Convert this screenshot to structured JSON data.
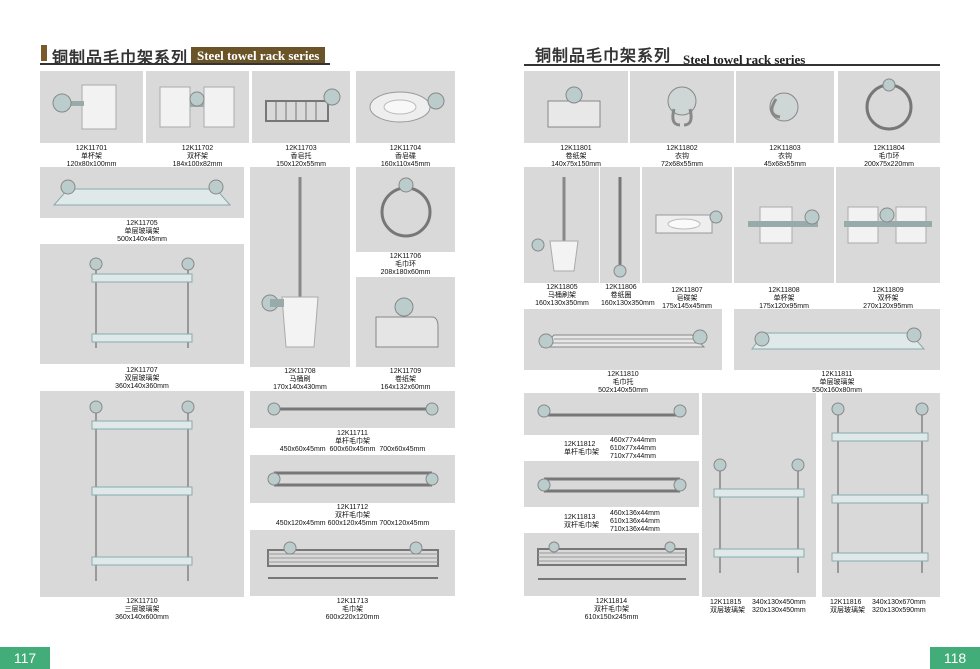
{
  "left_header": {
    "cn": "铜制品毛巾架系列",
    "en": "Steel towel rack series"
  },
  "right_header": {
    "cn": "铜制品毛巾架系列",
    "en": "Steel towel rack series"
  },
  "page_numbers": {
    "left": "117",
    "right": "118"
  },
  "products": {
    "k11701": {
      "code": "12K11701",
      "name": "单杯架",
      "size": "120x80x100mm"
    },
    "k11702": {
      "code": "12K11702",
      "name": "双杯架",
      "size": "184x100x82mm"
    },
    "k11703": {
      "code": "12K11703",
      "name": "香皂托",
      "size": "150x120x55mm"
    },
    "k11704": {
      "code": "12K11704",
      "name": "香皂碟",
      "size": "160x110x45mm"
    },
    "k11705": {
      "code": "12K11705",
      "name": "单层玻璃架",
      "size": "500x140x45mm"
    },
    "k11706": {
      "code": "12K11706",
      "name": "毛巾环",
      "size": "208x180x60mm"
    },
    "k11707": {
      "code": "12K11707",
      "name": "双层玻璃架",
      "size": "360x140x360mm"
    },
    "k11708": {
      "code": "12K11708",
      "name": "马桶刷",
      "size": "170x140x430mm"
    },
    "k11709": {
      "code": "12K11709",
      "name": "卷纸架",
      "size": "164x132x60mm"
    },
    "k11710": {
      "code": "12K11710",
      "name": "三层玻璃架",
      "size": "360x140x600mm"
    },
    "k11711": {
      "code": "12K11711",
      "name": "单杆毛巾架",
      "sizes": [
        "450x60x45mm",
        "600x60x45mm",
        "700x60x45mm"
      ]
    },
    "k11712": {
      "code": "12K11712",
      "name": "双杆毛巾架",
      "sizes": [
        "450x120x45mm",
        "600x120x45mm",
        "700x120x45mm"
      ]
    },
    "k11713": {
      "code": "12K11713",
      "name": "毛巾架",
      "size": "600x220x120mm"
    },
    "k11801": {
      "code": "12K11801",
      "name": "卷纸架",
      "size": "140x75x150mm"
    },
    "k11802": {
      "code": "12K11802",
      "name": "衣钩",
      "size": "72x68x55mm"
    },
    "k11803": {
      "code": "12K11803",
      "name": "衣钩",
      "size": "45x68x55mm"
    },
    "k11804": {
      "code": "12K11804",
      "name": "毛巾环",
      "size": "200x75x220mm"
    },
    "k11805": {
      "code": "12K11805",
      "name": "马桶刷架",
      "size": "160x130x350mm"
    },
    "k11806": {
      "code": "12K11806",
      "name": "卷纸圈",
      "size": "160x130x350mm"
    },
    "k11807": {
      "code": "12K11807",
      "name": "皂碟架",
      "size": "175x145x45mm"
    },
    "k11808": {
      "code": "12K11808",
      "name": "单杯架",
      "size": "175x120x95mm"
    },
    "k11809": {
      "code": "12K11809",
      "name": "双杯架",
      "size": "270x120x95mm"
    },
    "k11810": {
      "code": "12K11810",
      "name": "毛巾托",
      "size": "502x140x50mm"
    },
    "k11811": {
      "code": "12K11811",
      "name": "单层玻璃架",
      "size": "550x160x80mm"
    },
    "k11812": {
      "code": "12K11812",
      "name": "单杆毛巾架",
      "sizes": [
        "460x77x44mm",
        "610x77x44mm",
        "710x77x44mm"
      ]
    },
    "k11813": {
      "code": "12K11813",
      "name": "双杆毛巾架",
      "sizes": [
        "460x136x44mm",
        "610x136x44mm",
        "710x136x44mm"
      ]
    },
    "k11814": {
      "code": "12K11814",
      "name": "双杆毛巾架",
      "size": "610x150x245mm"
    },
    "k11815": {
      "code": "12K11815",
      "name": "双层玻璃架",
      "sizes": [
        "340x130x450mm",
        "320x130x450mm"
      ]
    },
    "k11816": {
      "code": "12K11816",
      "name": "双层玻璃架",
      "sizes": [
        "340x130x670mm",
        "320x130x590mm"
      ]
    }
  }
}
